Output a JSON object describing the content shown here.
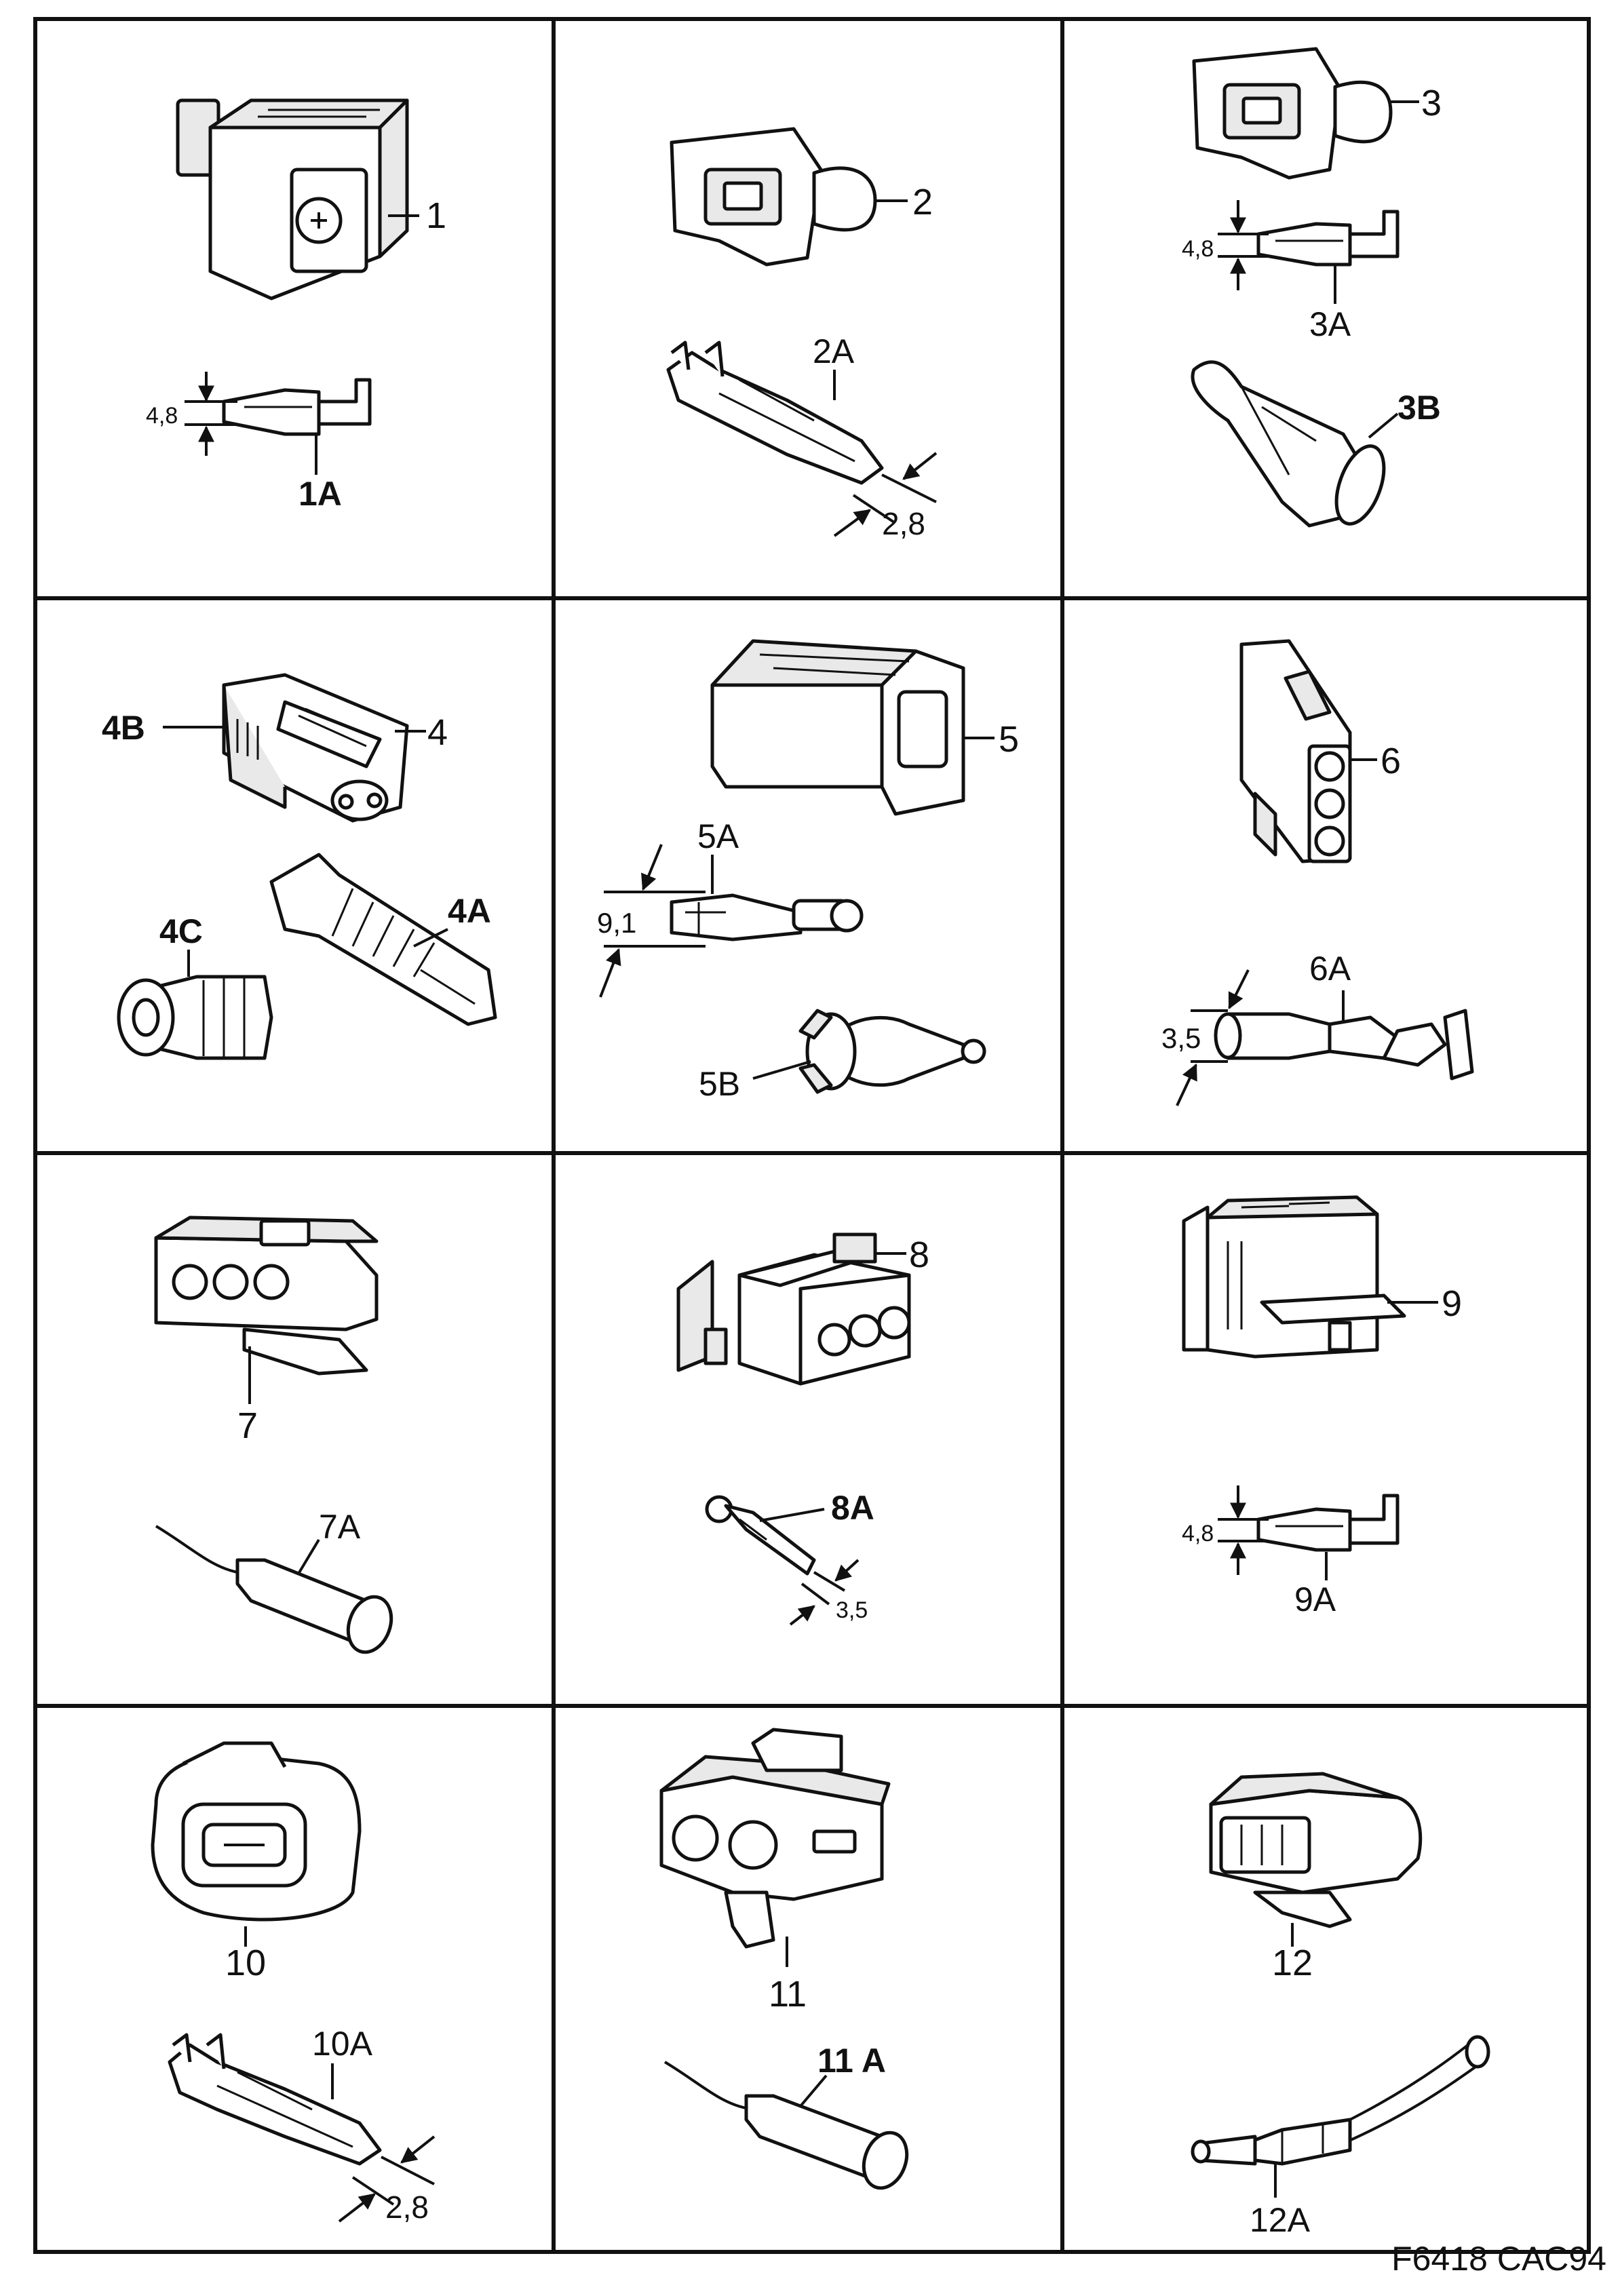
{
  "figure_code": "F6418 CAC94",
  "cells": [
    {
      "id": "1",
      "parts": [
        {
          "part": "connector",
          "label": "1"
        },
        {
          "part": "terminal",
          "label": "1A",
          "dim": "4,8"
        }
      ]
    },
    {
      "id": "2",
      "parts": [
        {
          "part": "connector",
          "label": "2"
        },
        {
          "part": "terminal",
          "label": "2A",
          "dim": "2,8"
        }
      ]
    },
    {
      "id": "3",
      "parts": [
        {
          "part": "connector",
          "label": "3"
        },
        {
          "part": "terminal",
          "label": "3A",
          "dim": "4,8"
        },
        {
          "part": "boot",
          "label": "3B"
        }
      ]
    },
    {
      "id": "4",
      "parts": [
        {
          "part": "connector",
          "label": "4"
        },
        {
          "part": "clip",
          "label": "4B"
        },
        {
          "part": "seal",
          "label": "4C"
        },
        {
          "part": "terminal-housing",
          "label": "4A"
        }
      ]
    },
    {
      "id": "5",
      "parts": [
        {
          "part": "connector",
          "label": "5"
        },
        {
          "part": "terminal",
          "label": "5A",
          "dim": "9,1"
        },
        {
          "part": "seal",
          "label": "5B"
        }
      ]
    },
    {
      "id": "6",
      "parts": [
        {
          "part": "connector",
          "label": "6"
        },
        {
          "part": "terminal",
          "label": "6A",
          "dim": "3,5"
        }
      ]
    },
    {
      "id": "7",
      "parts": [
        {
          "part": "connector",
          "label": "7"
        },
        {
          "part": "terminal",
          "label": "7A"
        }
      ]
    },
    {
      "id": "8",
      "parts": [
        {
          "part": "connector",
          "label": "8"
        },
        {
          "part": "terminal",
          "label": "8A",
          "dim": "3,5"
        }
      ]
    },
    {
      "id": "9",
      "parts": [
        {
          "part": "connector",
          "label": "9"
        },
        {
          "part": "terminal",
          "label": "9A",
          "dim": "4,8"
        }
      ]
    },
    {
      "id": "10",
      "parts": [
        {
          "part": "connector",
          "label": "10"
        },
        {
          "part": "terminal",
          "label": "10A",
          "dim": "2,8"
        }
      ]
    },
    {
      "id": "11",
      "parts": [
        {
          "part": "connector",
          "label": "11"
        },
        {
          "part": "terminal",
          "label": "11 A"
        }
      ]
    },
    {
      "id": "12",
      "parts": [
        {
          "part": "connector",
          "label": "12"
        },
        {
          "part": "terminal",
          "label": "12A"
        }
      ]
    }
  ]
}
